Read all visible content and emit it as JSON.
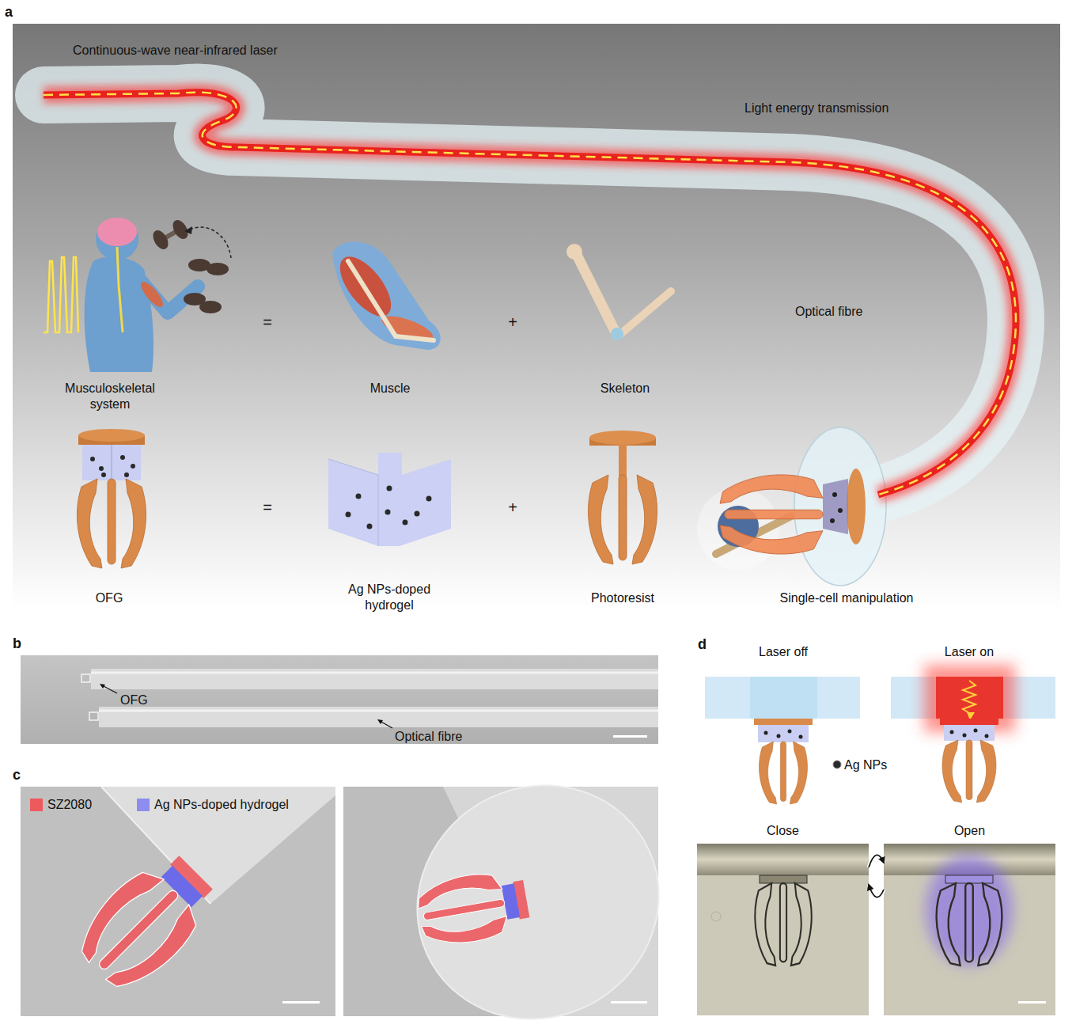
{
  "diagram": {
    "nodes": [
      {
        "text": [
          "a"
        ]
      },
      {
        "text": [
          "b"
        ]
      },
      {
        "text": [
          "c"
        ]
      },
      {
        "text": [
          "Close"
        ]
      },
      {
        "text": [
          "Open"
        ]
      }
    ],
    "edges": [
      {
        "from": 3,
        "to": 4,
        "arrow": "to"
      },
      {
        "from": 4,
        "to": 3,
        "arrow": "to"
      }
    ],
    "labels": [
      "Continuous-wave near-infrared laser",
      "Light energy transmission",
      "Musculoskeletal system",
      "=",
      "Muscle",
      "+",
      "Skeleton",
      "Optical fibre",
      "OFG",
      "=",
      "Ag NPs-doped hydrogel",
      "+",
      "Photoresist",
      "Single-cell manipulation",
      "OFG",
      "Optical fibre",
      "d",
      "Laser off",
      "Laser on",
      "Ag NPs"
    ],
    "legend": [
      {
        "text": "SZ2080",
        "color": "#ec5a5e"
      },
      {
        "text": "Ag NPs-doped hydrogel",
        "color": "#8d8def"
      }
    ]
  }
}
